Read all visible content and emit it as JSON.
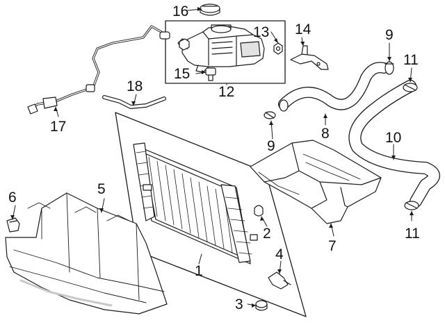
{
  "diagram": {
    "type": "exploded parts diagram",
    "callouts": [
      {
        "id": "c1",
        "label": "1",
        "part": "radiator"
      },
      {
        "id": "c2",
        "label": "2",
        "part": "radiator-insulator"
      },
      {
        "id": "c3",
        "label": "3",
        "part": "lower-insulator"
      },
      {
        "id": "c4",
        "label": "4",
        "part": "drain-valve"
      },
      {
        "id": "c5",
        "label": "5",
        "part": "radiator-support-baffle"
      },
      {
        "id": "c6",
        "label": "6",
        "part": "retainer-clip"
      },
      {
        "id": "c7",
        "label": "7",
        "part": "air-deflector"
      },
      {
        "id": "c8",
        "label": "8",
        "part": "upper-radiator-hose"
      },
      {
        "id": "c9a",
        "label": "9",
        "part": "hose-clamp-upper"
      },
      {
        "id": "c9b",
        "label": "9",
        "part": "hose-clamp-lower"
      },
      {
        "id": "c10",
        "label": "10",
        "part": "lower-radiator-hose"
      },
      {
        "id": "c11a",
        "label": "11",
        "part": "hose-clamp-upper-right"
      },
      {
        "id": "c11b",
        "label": "11",
        "part": "hose-clamp-lower-right"
      },
      {
        "id": "c12",
        "label": "12",
        "part": "coolant-reservoir-assembly"
      },
      {
        "id": "c13",
        "label": "13",
        "part": "reservoir-nut"
      },
      {
        "id": "c14",
        "label": "14",
        "part": "reservoir-bracket"
      },
      {
        "id": "c15",
        "label": "15",
        "part": "level-sensor"
      },
      {
        "id": "c16",
        "label": "16",
        "part": "reservoir-cap"
      },
      {
        "id": "c17",
        "label": "17",
        "part": "overflow-hose"
      },
      {
        "id": "c18",
        "label": "18",
        "part": "vent-hose"
      }
    ],
    "colors": {
      "line": "#1a1a1a",
      "fill": "#ffffff",
      "shade": "#e2e2e2",
      "background": "#ffffff"
    }
  }
}
